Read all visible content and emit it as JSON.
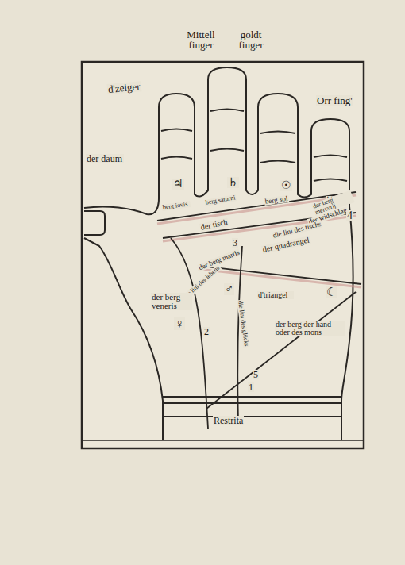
{
  "diagram": {
    "labels": [
      "Mittell finger",
      "goldt finger",
      "d'zeiger",
      "Orr fing'",
      "der daum",
      "♃",
      "♄",
      "☉",
      "☿",
      "berg iovis",
      "berg saturni",
      "berg sol",
      "der berg mercurij",
      "der widschlag",
      "die lini des tischs",
      "4",
      "der tisch",
      "3",
      "der quadrangel",
      "der berg martis",
      "♂",
      "die lini des lebens",
      "die lini des glücks",
      "der berg veneris",
      "♀",
      "2",
      "d'triangel",
      "☾",
      "der berg der hand oder des mons",
      "5",
      "1",
      "Restrita"
    ]
  }
}
